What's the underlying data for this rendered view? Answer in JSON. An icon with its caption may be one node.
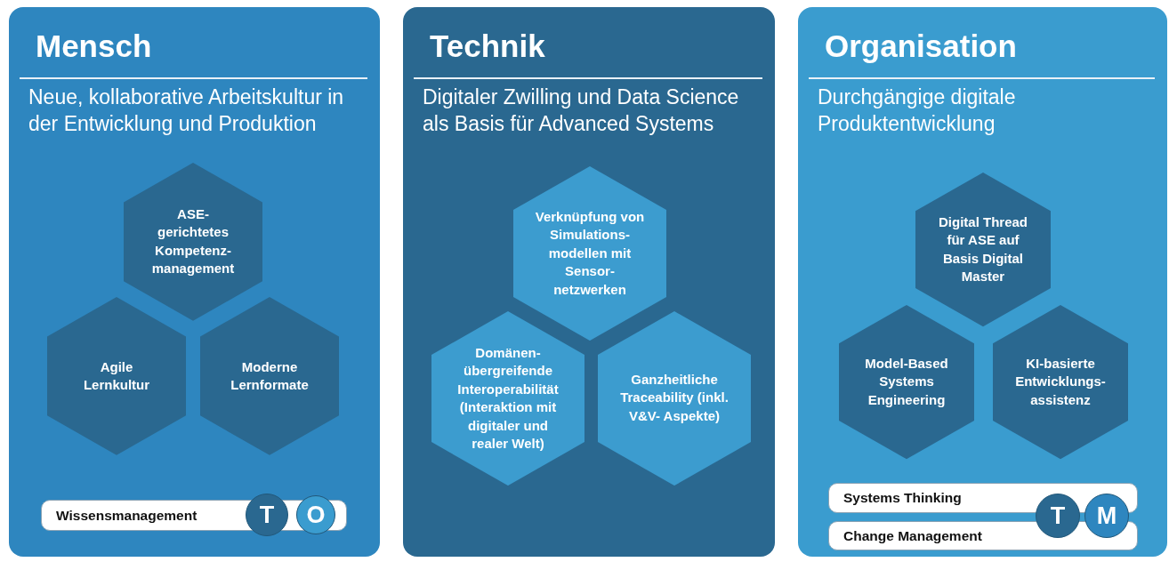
{
  "diagram": {
    "nodes": [
      {
        "text": [
          "Mensch",
          "Neue, kollaborative Arbeitskultur in der Entwicklung und Produktion"
        ]
      },
      {
        "text": [
          "ASE- gerichtetes Kompetenz- management"
        ],
        "in": 0
      },
      {
        "text": [
          "Agile Lernkultur"
        ],
        "in": 0
      },
      {
        "text": [
          "Moderne Lernformate"
        ],
        "in": 0
      },
      {
        "text": [
          "Wissensmanagement"
        ],
        "in": 0
      },
      {
        "text": [
          "T"
        ],
        "in": 0
      },
      {
        "text": [
          "O"
        ],
        "in": 0
      },
      {
        "text": [
          "Technik",
          "Digitaler Zwilling und Data Science als Basis für Advanced Systems"
        ]
      },
      {
        "text": [
          "Verknüpfung von Simulations- modellen mit Sensor- netzwerken"
        ],
        "in": 7
      },
      {
        "text": [
          "Domänen- übergreifende Interoperabilität (Interaktion mit digitaler und realer Welt)"
        ],
        "in": 7
      },
      {
        "text": [
          "Ganzheitliche Traceability (inkl. V&V- Aspekte)"
        ],
        "in": 7
      },
      {
        "text": [
          "Organisation",
          "Durchgängige digitale Produktentwicklung"
        ]
      },
      {
        "text": [
          "Digital Thread für ASE auf Basis Digital Master"
        ],
        "in": 11
      },
      {
        "text": [
          "Model-Based Systems Engineering"
        ],
        "in": 11
      },
      {
        "text": [
          "KI-basierte Entwicklungs- assistenz"
        ],
        "in": 11
      },
      {
        "text": [
          "Systems Thinking"
        ],
        "in": 11
      },
      {
        "text": [
          "Change Management"
        ],
        "in": 11
      },
      {
        "text": [
          "T"
        ],
        "in": 11
      },
      {
        "text": [
          "M"
        ],
        "in": 11
      }
    ]
  }
}
